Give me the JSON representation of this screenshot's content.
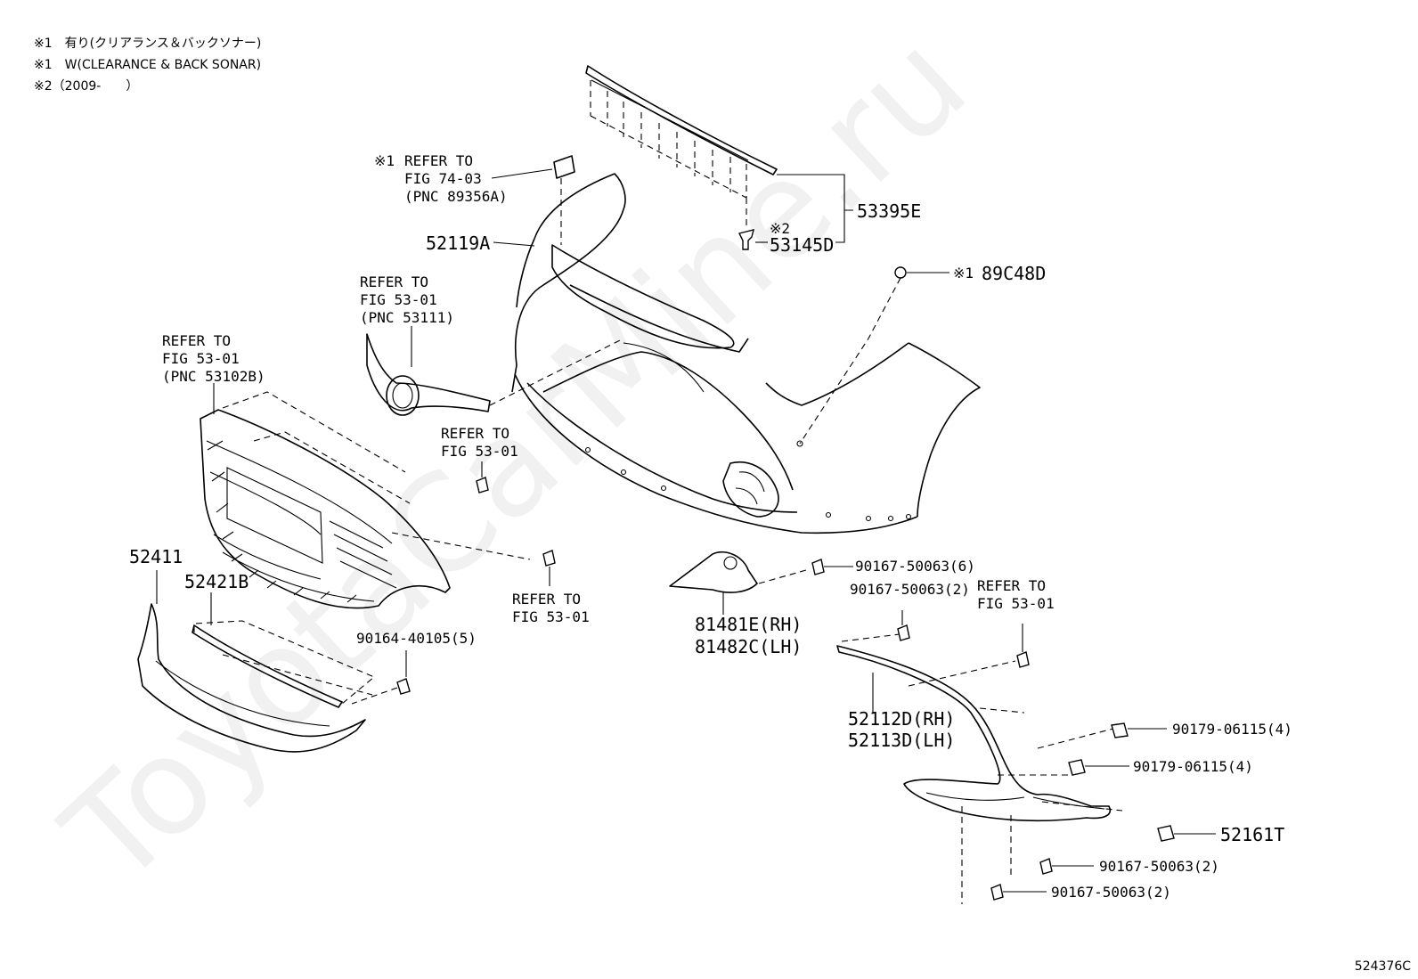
{
  "notes": [
    "※1　有り(クリアランス＆バックソナー)",
    "※1　W(CLEARANCE & BACK SONAR)",
    "※2（2009-　　）"
  ],
  "watermark": "ToyotaCarMine.ru",
  "figure_ref": "524376C",
  "labels": {
    "l53395E": "53395E",
    "l53145D": "53145D",
    "l53145D_mark": "※2",
    "l89C48D": "89C48D",
    "l89C48D_mark": "※1",
    "l52119A": "52119A",
    "ref7403_mark": "※1",
    "ref7403_1": "REFER TO",
    "ref7403_2": "FIG 74-03",
    "ref7403_3": "(PNC 89356A)",
    "ref53111_1": "REFER TO",
    "ref53111_2": "FIG 53-01",
    "ref53111_3": "(PNC 53111)",
    "ref53102B_1": "REFER TO",
    "ref53102B_2": "FIG 53-01",
    "ref53102B_3": "(PNC 53102B)",
    "ref5301a_1": "REFER TO",
    "ref5301a_2": "FIG 53-01",
    "ref5301b_1": "REFER TO",
    "ref5301b_2": "FIG 53-01",
    "ref5301c_1": "REFER TO",
    "ref5301c_2": "FIG 53-01",
    "l52411": "52411",
    "l52421B": "52421B",
    "l90164": "90164-40105(5)",
    "l81481E": "81481E(RH)",
    "l81482C": "81482C(LH)",
    "l90167_6": "90167-50063(6)",
    "l90167_2a": "90167-50063(2)",
    "l52112D": "52112D(RH)",
    "l52113D": "52113D(LH)",
    "l90179a": "90179-06115(4)",
    "l90179b": "90179-06115(4)",
    "l52161T": "52161T",
    "l90167_2b": "90167-50063(2)",
    "l90167_2c": "90167-50063(2)"
  }
}
